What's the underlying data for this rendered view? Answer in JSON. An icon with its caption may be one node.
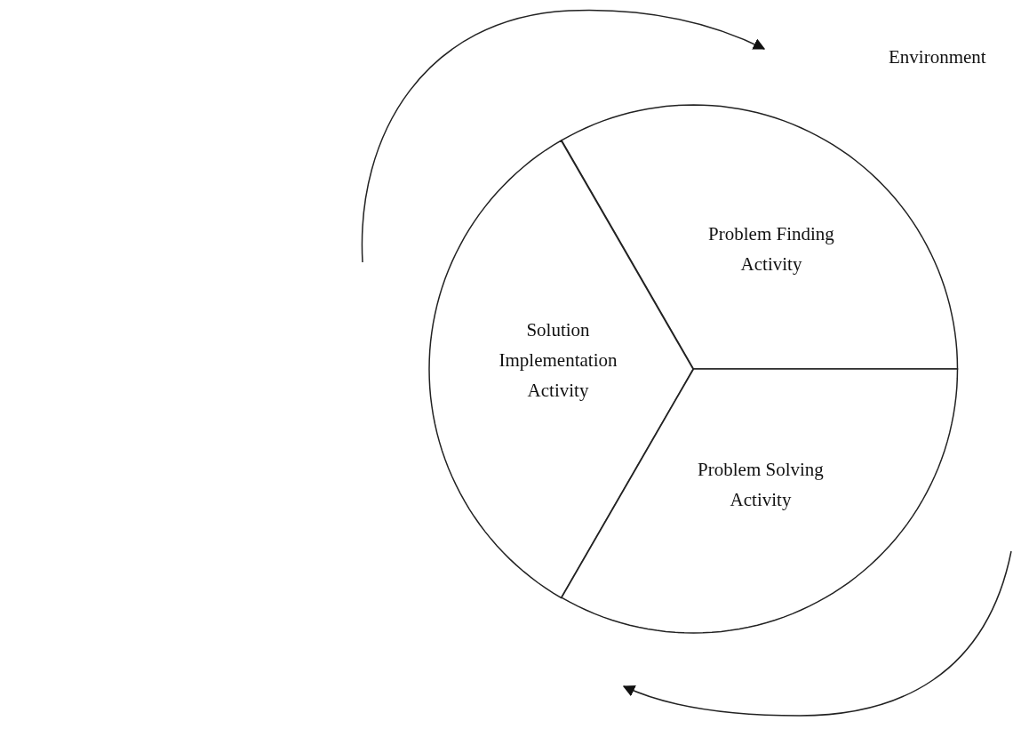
{
  "diagram": {
    "nodes": [
      {
        "text": [
          "Problem Finding Activity"
        ]
      },
      {
        "text": [
          "Solution Implementation Activity"
        ]
      },
      {
        "text": [
          "Problem Solving Activity"
        ]
      }
    ],
    "labels": [
      "Environment"
    ]
  }
}
